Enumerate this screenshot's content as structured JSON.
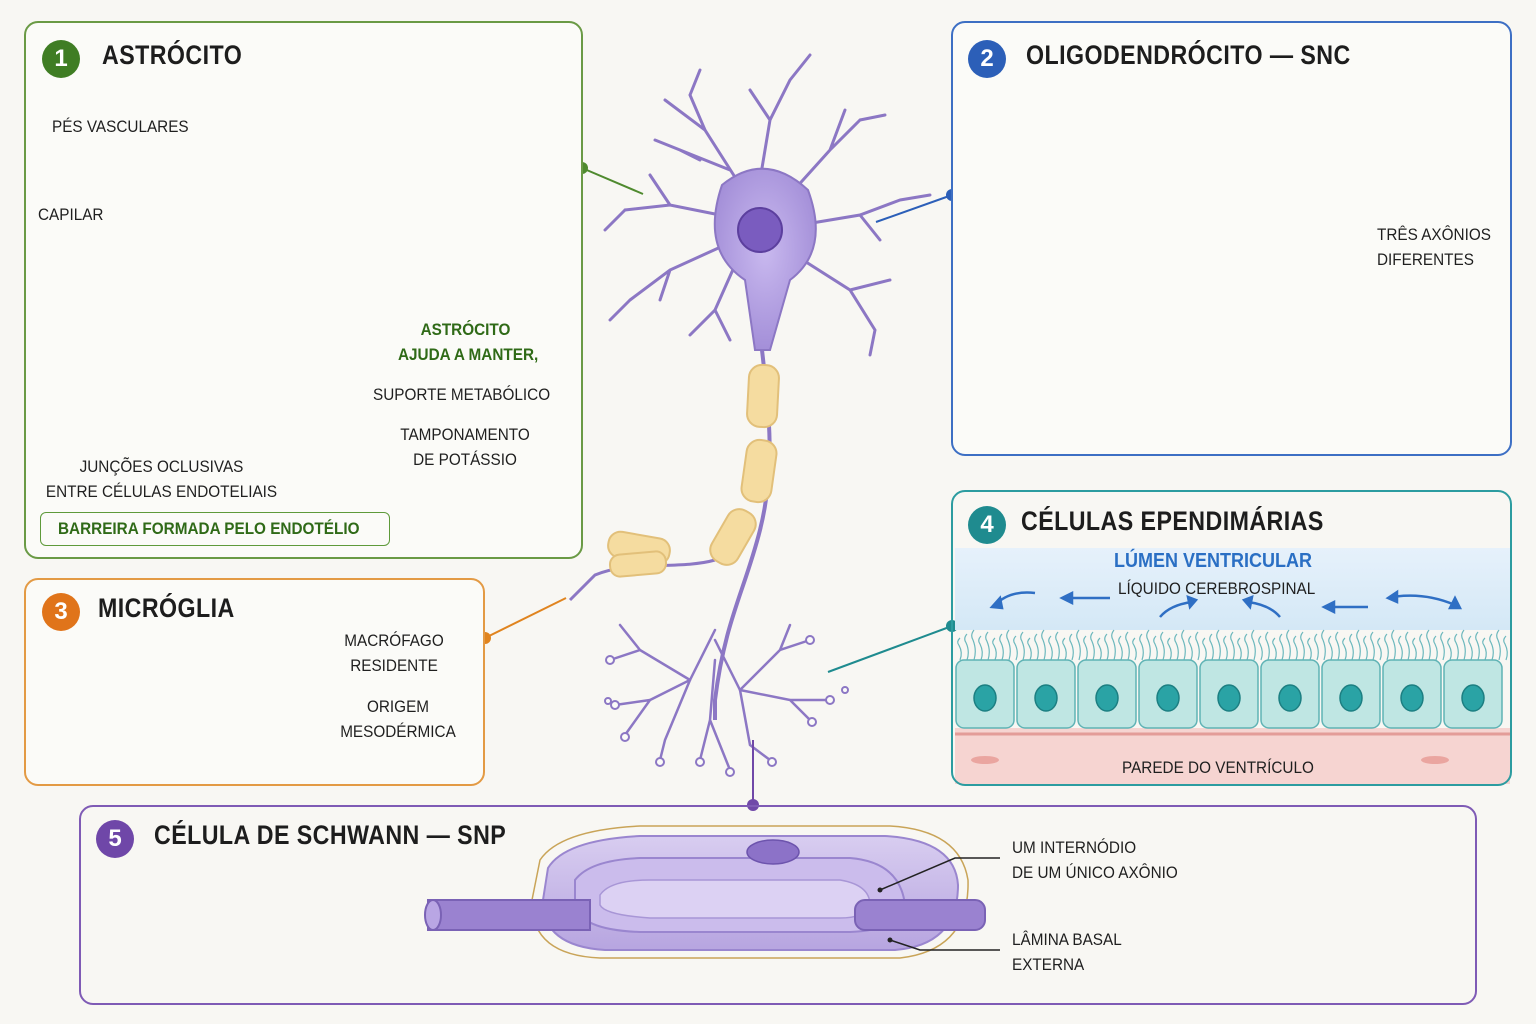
{
  "panels": {
    "astrocyte": {
      "number": "1",
      "title": "ASTRÓCITO",
      "label_vascular_feet": "PÉS VASCULARES",
      "label_capillary": "CAPILAR",
      "junctions_line1": "JUNÇÕES OCLUSIVAS",
      "junctions_line2": "ENTRE CÉLULAS ENDOTELIAIS",
      "barrier_label": "BARREIRA FORMADA PELO ENDOTÉLIO",
      "helps_line1": "ASTRÓCITO",
      "helps_line2": "AJUDA A MANTER,",
      "support": "SUPORTE METABÓLICO",
      "buffer_line1": "TAMPONAMENTO",
      "buffer_line2": "DE POTÁSSIO"
    },
    "oligodendrocyte": {
      "number": "2",
      "title": "OLIGODENDRÓCITO — SNC",
      "axons_line1": "TRÊS AXÔNIOS",
      "axons_line2": "DIFERENTES"
    },
    "microglia": {
      "number": "3",
      "title": "MICRÓGLIA",
      "macro_line1": "MACRÓFAGO",
      "macro_line2": "RESIDENTE",
      "origin_line1": "ORIGEM",
      "origin_line2": "MESODÉRMICA"
    },
    "ependymal": {
      "number": "4",
      "title": "CÉLULAS EPENDIMÁRIAS",
      "lumen": "LÚMEN VENTRICULAR",
      "csf": "LÍQUIDO CEREBROSPINAL",
      "wall": "PAREDE DO VENTRÍCULO"
    },
    "schwann": {
      "number": "5",
      "title": "CÉLULA DE SCHWANN — SNP",
      "internode_line1": "UM INTERNÓDIO",
      "internode_line2": "DE UM ÚNICO AXÔNIO",
      "lamina_line1": "LÂMINA BASAL",
      "lamina_line2": "EXTERNA"
    }
  },
  "colors": {
    "astrocyte": "#4f8a2e",
    "oligodendrocyte": "#2c5fb8",
    "microglia": "#e0841f",
    "ependymal": "#1f8b8f",
    "schwann": "#7048a8",
    "neuron": "#9b86cf",
    "myelin": "#f5dca0"
  }
}
